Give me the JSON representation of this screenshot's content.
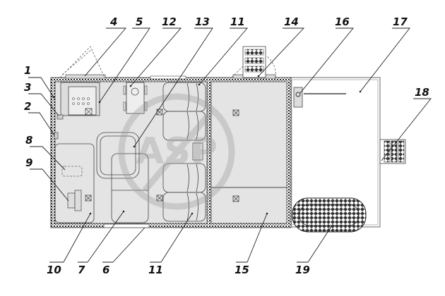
{
  "diagram": {
    "title": "Vehicle body floor plan",
    "watermark": "ASP",
    "labels": {
      "l1": "1",
      "l2": "2",
      "l3": "3",
      "l4": "4",
      "l5": "5",
      "l6": "6",
      "l7": "7",
      "l8": "8",
      "l9": "9",
      "l10": "10",
      "l11_top": "11",
      "l11_bottom": "11",
      "l12": "12",
      "l13": "13",
      "l14": "14",
      "l15": "15",
      "l16": "16",
      "l17": "17",
      "l18": "18",
      "l19": "19"
    }
  }
}
